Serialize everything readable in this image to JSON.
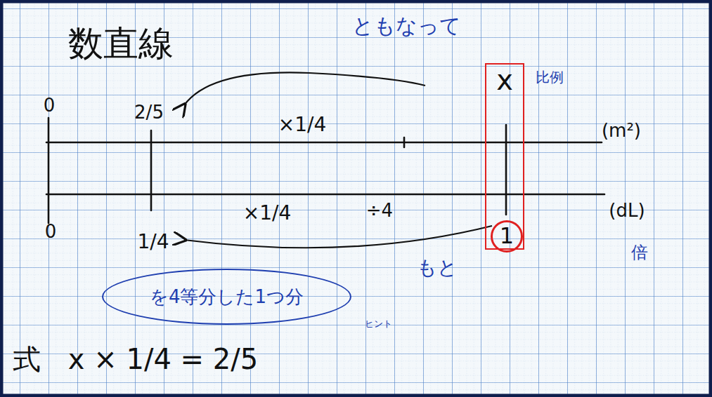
{
  "diagram": {
    "title": "数直線",
    "nodes": [
      {
        "text": [
          "x"
        ]
      },
      {
        "text": [
          "1"
        ],
        "in": 0
      },
      {
        "text": [
          "を4等分した1つ分"
        ]
      }
    ],
    "labels": [
      "ともなって",
      "比例",
      "0",
      "2/5",
      "×1/4",
      "(m²)",
      "0",
      "1/4",
      "×1/4",
      "÷4",
      "(dL)",
      "倍",
      "もと",
      "ヒント",
      "式",
      "x × 1/4 = 2/5"
    ]
  }
}
